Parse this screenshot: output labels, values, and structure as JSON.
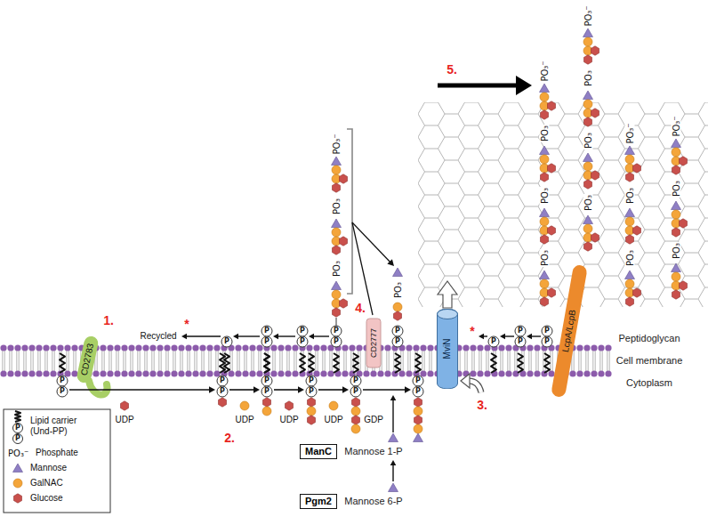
{
  "diagram": {
    "nodes": [
      {
        "text": [
          "CD2783"
        ]
      },
      {
        "text": [
          "CD2777"
        ]
      },
      {
        "text": [
          "MviN"
        ]
      },
      {
        "text": [
          "LcpA/LcpB"
        ]
      },
      {
        "text": [
          "ManC"
        ]
      },
      {
        "text": [
          "Pgm2"
        ]
      }
    ],
    "labels": [
      "1.",
      "2.",
      "3.",
      "4.",
      "5.",
      "*",
      "Recycled",
      "*",
      "UDP",
      "UDP",
      "UDP",
      "UDP",
      "GDP",
      "Mannose 1-P",
      "Mannose 6-P",
      "Peptidoglycan",
      "Cell membrane",
      "Cytoplasm",
      "P",
      "P",
      "P",
      "P",
      "P",
      "P",
      "P",
      "P",
      "P",
      "P",
      "P",
      "P",
      "P",
      "P",
      "P",
      "P",
      "P",
      "P",
      "P",
      "P",
      "P",
      "P",
      "P",
      "P",
      "P",
      "P",
      "P",
      "P",
      "PO₃⁻",
      "PO₃",
      "PO₃",
      "PO₃",
      "PO₃⁻",
      "PO₃",
      "PO₃",
      "PO₃",
      "PO₃⁻",
      "PO₃",
      "PO₃",
      "PO₃",
      "PO₃⁻",
      "PO₃",
      "PO₃",
      "PO₃⁻",
      "PO₃",
      "PO₃",
      "PO₃⁻"
    ],
    "legend": [
      {
        "text": "Lipid carrier (Und-PP)"
      },
      {
        "text": "Phosphate"
      },
      {
        "text": "Mannose"
      },
      {
        "text": "GalNAC"
      },
      {
        "text": "Glucose"
      }
    ]
  }
}
